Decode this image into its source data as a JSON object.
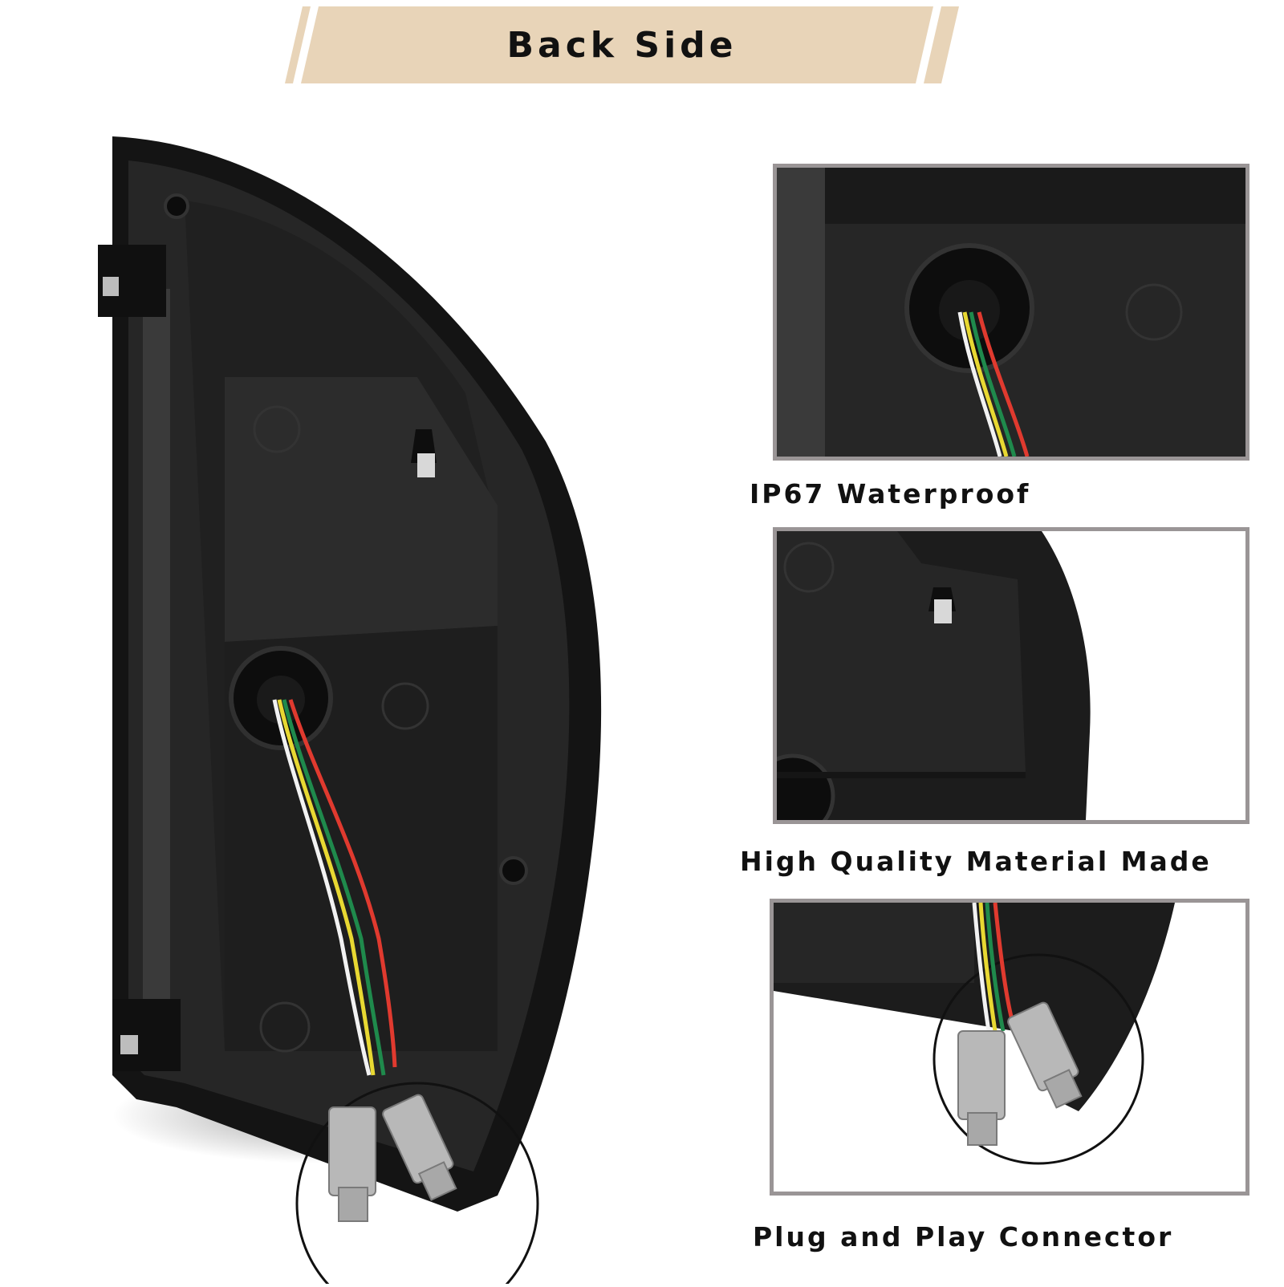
{
  "banner": {
    "title": "Back Side",
    "color": "#e8d4b8"
  },
  "features": [
    {
      "label": "IP67 Waterproof",
      "icon": "grommet-closeup"
    },
    {
      "label": "High Quality Material Made",
      "icon": "housing-closeup"
    },
    {
      "label": "Plug and Play Connector",
      "icon": "connector-closeup"
    }
  ],
  "colors": {
    "housing": "#1c1c1c",
    "wire_red": "#e03a2f",
    "wire_green": "#1f8a4c",
    "wire_yellow": "#e8d832",
    "wire_white": "#f2f2f2",
    "connector_gray": "#b8b8b8"
  }
}
